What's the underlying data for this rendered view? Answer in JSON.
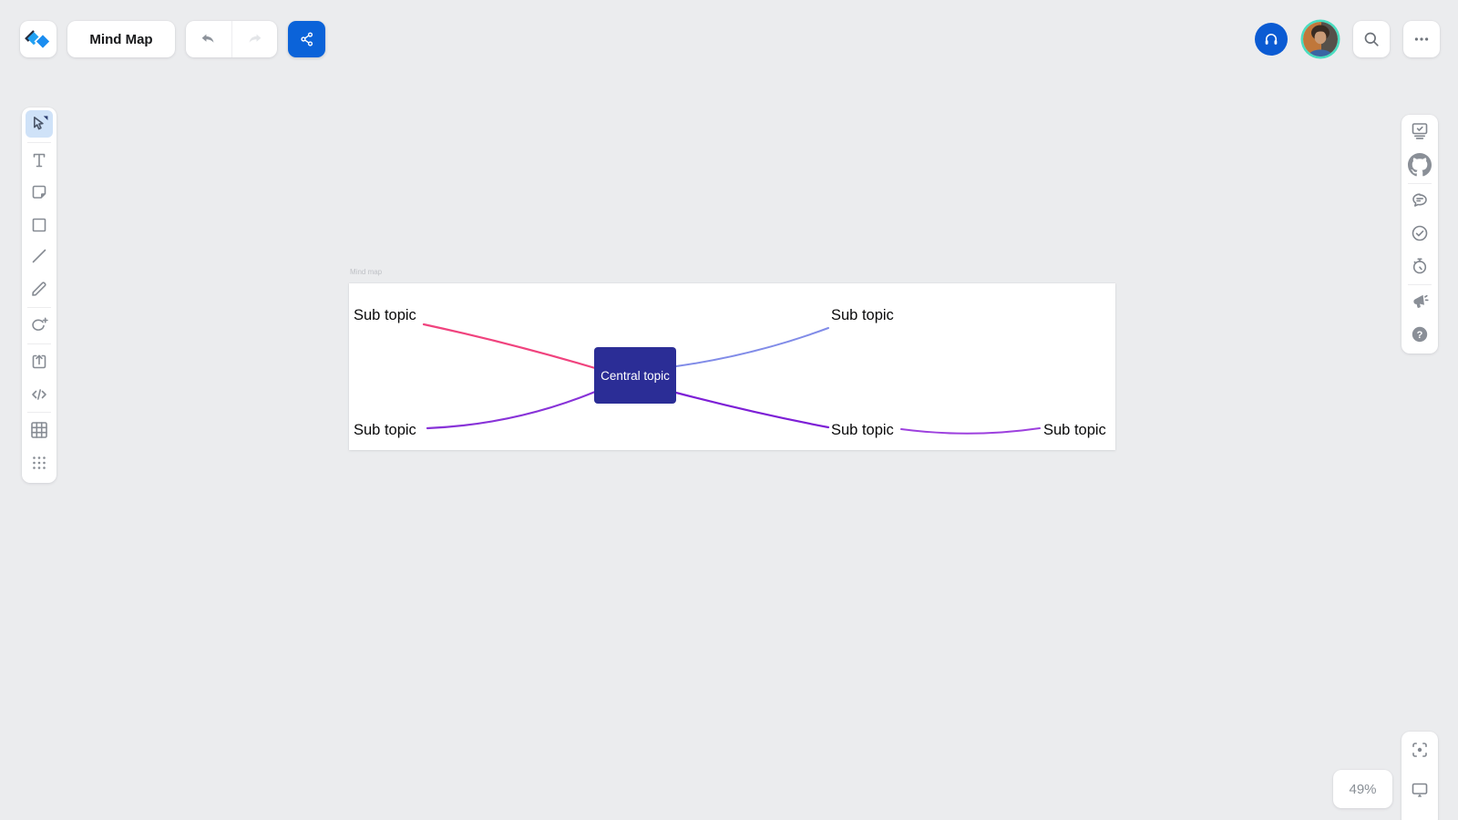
{
  "header": {
    "title": "Mind Map",
    "logo_icon": "app-logo-diamonds",
    "undo_icon": "undo-arrow",
    "redo_icon": "redo-arrow-disabled",
    "share_icon": "share-nodes",
    "share_color": "#0b63d9",
    "audio_icon": "headphones",
    "audio_color": "#0b5bd3",
    "avatar_ring_color": "#49ddc0",
    "search_icon": "magnifying-glass",
    "more_icon": "ellipsis"
  },
  "left_toolbar": {
    "tools": [
      {
        "name": "select",
        "icon": "cursor-icon",
        "selected": true
      },
      {
        "name": "text",
        "icon": "text-icon",
        "selected": false
      },
      {
        "name": "sticky-note",
        "icon": "sticky-note-icon",
        "selected": false
      },
      {
        "name": "shape",
        "icon": "square-icon",
        "selected": false
      },
      {
        "name": "line",
        "icon": "line-icon",
        "selected": false
      },
      {
        "name": "draw",
        "icon": "pencil-icon",
        "selected": false
      },
      {
        "name": "lasso-add",
        "icon": "blob-plus-icon",
        "selected": false
      },
      {
        "name": "upload",
        "icon": "upload-icon",
        "selected": false
      },
      {
        "name": "embed-code",
        "icon": "code-icon",
        "selected": false
      },
      {
        "name": "frame",
        "icon": "frame-icon",
        "selected": false
      },
      {
        "name": "more-tools",
        "icon": "dots-grid-icon",
        "selected": false
      }
    ]
  },
  "right_toolbar": {
    "items": [
      {
        "name": "present",
        "icon": "presentation-check-icon"
      },
      {
        "name": "github",
        "icon": "github-icon"
      },
      {
        "name": "comments",
        "icon": "comment-icon"
      },
      {
        "name": "tasks",
        "icon": "check-circle-icon"
      },
      {
        "name": "timer",
        "icon": "stopwatch-icon"
      },
      {
        "name": "announcements",
        "icon": "megaphone-icon"
      },
      {
        "name": "help",
        "icon": "question-circle-icon"
      }
    ]
  },
  "canvas": {
    "frame_label": "Mind map",
    "mind_map": {
      "central": {
        "label": "Central topic",
        "fill": "#2b2d96",
        "text_color": "#ffffff"
      },
      "branches": [
        {
          "label": "Sub topic",
          "position": "top-left",
          "line_color": "#f0437e"
        },
        {
          "label": "Sub topic",
          "position": "bottom-left",
          "line_color": "#8833d8"
        },
        {
          "label": "Sub topic",
          "position": "top-right",
          "line_color": "#818ce8"
        },
        {
          "label": "Sub topic",
          "position": "bottom-right",
          "line_color": "#7d1fd6"
        },
        {
          "label": "Sub topic",
          "position": "far-right",
          "line_color": "#9d40de"
        }
      ]
    }
  },
  "footer": {
    "zoom_level": "49%",
    "focus_icon": "center-focus",
    "display_icon": "monitor"
  }
}
